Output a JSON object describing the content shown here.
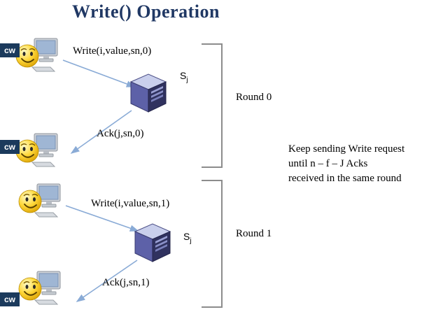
{
  "title": "Write() Operation",
  "client_badge_label": "cw",
  "server": {
    "label": "S",
    "label_sub": "j"
  },
  "rounds": [
    {
      "name": "Round 0",
      "write_msg": "Write(i,value,sn,0)",
      "ack_msg": "Ack(j,sn,0)"
    },
    {
      "name": "Round 1",
      "write_msg": "Write(i,value,sn,1)",
      "ack_msg": "Ack(j,sn,1)"
    }
  ],
  "note_lines": [
    "Keep sending Write request",
    "until  n – f –  J Acks",
    "received in the same round"
  ],
  "colors": {
    "title_text": "#203864",
    "arrow": "#8aabd6",
    "client_badge_bg": "#1b3a5c",
    "bracket": "#8c8c8c",
    "server_top": "#c9cfec",
    "server_front": "#5d61a8",
    "server_side": "#30325f",
    "smiley": "#ffd83a"
  }
}
